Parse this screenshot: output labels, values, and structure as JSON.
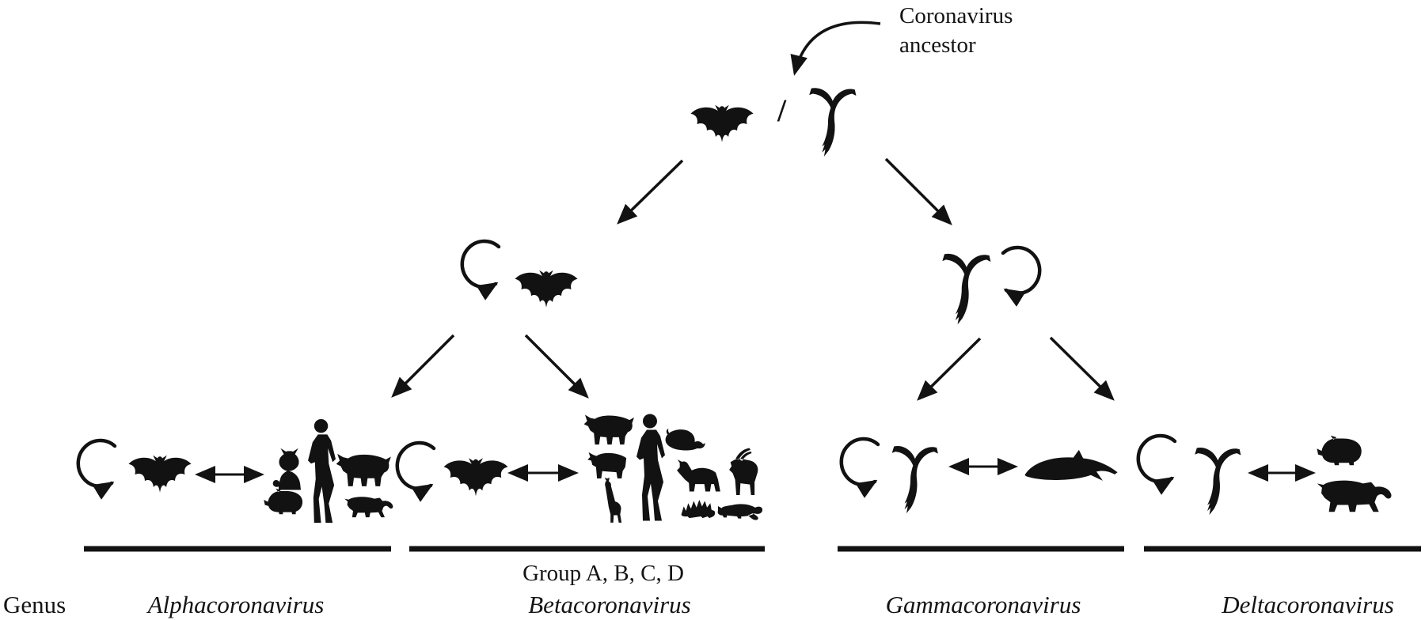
{
  "figure": {
    "ancestor_annotation": {
      "line1": "Coronavirus",
      "line2": "ancestor"
    },
    "root": {
      "separator": "/",
      "hosts": [
        "bat",
        "bird"
      ]
    },
    "intermediate_hosts": [
      "bat",
      "bird"
    ],
    "genus_row_label": "Genus",
    "groups": [
      {
        "genus": "Alphacoronavirus",
        "subgroup_label": "",
        "reservoir": "bat",
        "spillover_hosts": [
          "cat",
          "pig",
          "human",
          "dog",
          "cheetah"
        ]
      },
      {
        "genus": "Betacoronavirus",
        "subgroup_label": "Group A, B, C, D",
        "reservoir": "bat",
        "spillover_hosts": [
          "dog",
          "cow",
          "giraffe",
          "human",
          "rat",
          "horse",
          "hedgehog",
          "antelope",
          "ferret"
        ]
      },
      {
        "genus": "Gammacoronavirus",
        "subgroup_label": "",
        "reservoir": "bird",
        "spillover_hosts": [
          "whale"
        ]
      },
      {
        "genus": "Deltacoronavirus",
        "subgroup_label": "",
        "reservoir": "bird",
        "spillover_hosts": [
          "pig",
          "leopard"
        ]
      }
    ],
    "colors": {
      "ink": "#121212",
      "background": "#ffffff"
    }
  }
}
